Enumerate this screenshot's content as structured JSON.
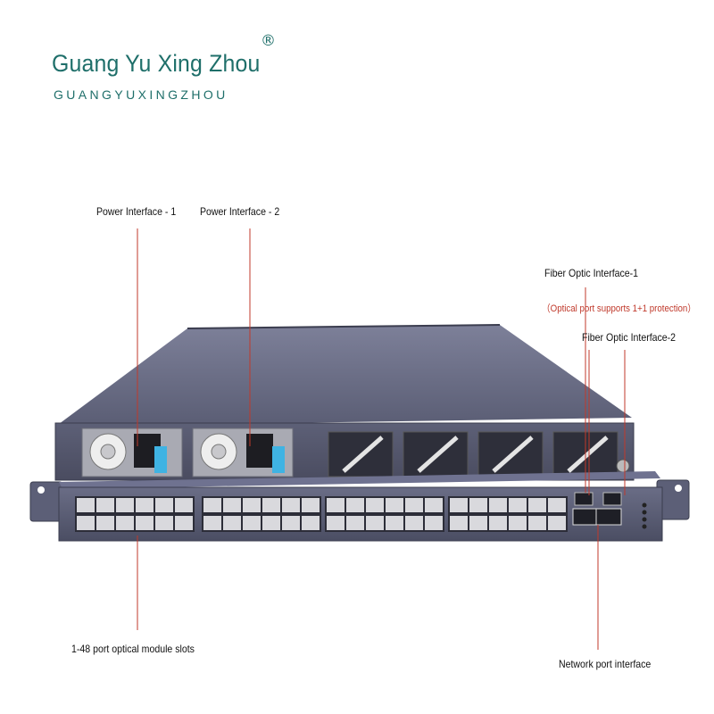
{
  "brand": {
    "name": "Guang Yu Xing Zhou",
    "subtitle": "GUANGYUXINGZHOU",
    "registered_mark": "®"
  },
  "callouts": {
    "power_1": "Power Interface - 1",
    "power_2": "Power Interface - 2",
    "fiber_1": "Fiber Optic Interface-1",
    "protection_note": "（Optical port supports 1+1 protection）",
    "fiber_2": "Fiber Optic Interface-2",
    "optical_slots": "1-48 port optical module slots",
    "network_port": "Network port interface"
  },
  "colors": {
    "brand": "#1f6f6a",
    "leader_line": "#c0392b",
    "chassis": "#5b5f78",
    "port": "#d9d9dd"
  }
}
